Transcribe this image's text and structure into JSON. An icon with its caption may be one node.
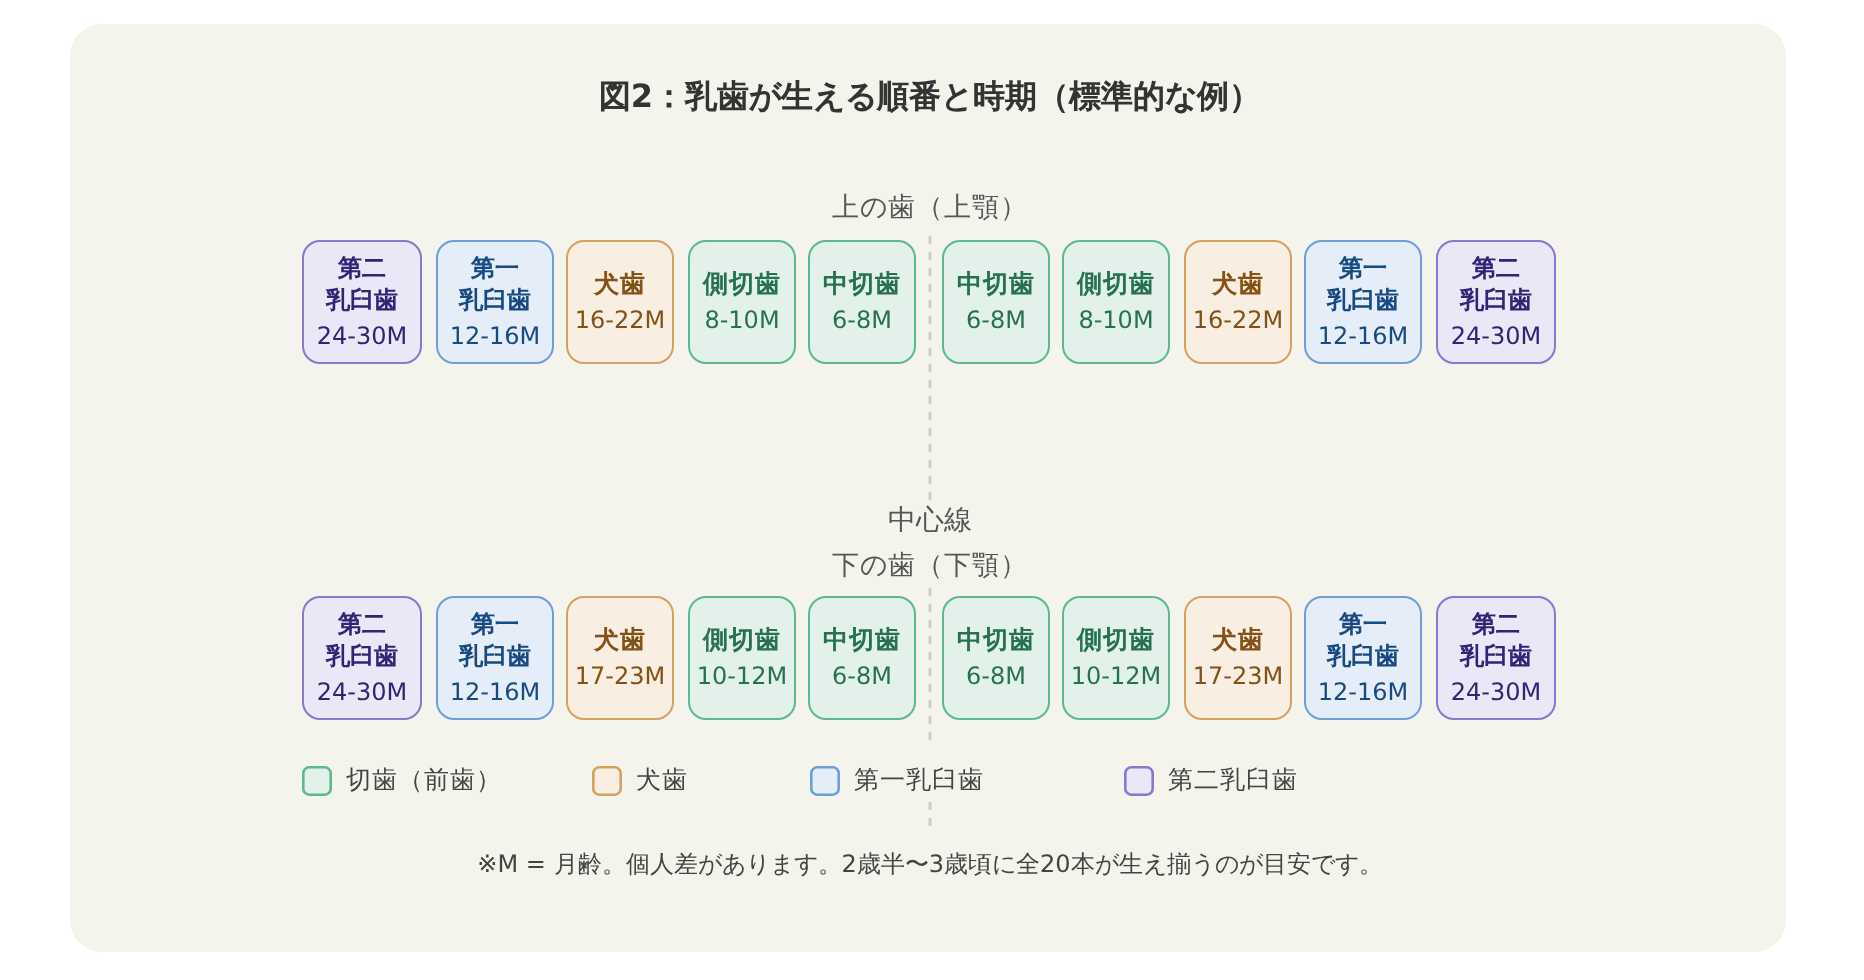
{
  "diagram": {
    "title": "図2：乳歯が生える順番と時期（標準的な例）",
    "nodes": [
      {
        "text": [
          "第二乳臼歯",
          "24-30M"
        ]
      },
      {
        "text": [
          "第一乳臼歯",
          "12-16M"
        ]
      },
      {
        "text": [
          "犬歯",
          "16-22M"
        ]
      },
      {
        "text": [
          "側切歯",
          "8-10M"
        ]
      },
      {
        "text": [
          "中切歯",
          "6-8M"
        ]
      },
      {
        "text": [
          "中切歯",
          "6-8M"
        ]
      },
      {
        "text": [
          "側切歯",
          "8-10M"
        ]
      },
      {
        "text": [
          "犬歯",
          "16-22M"
        ]
      },
      {
        "text": [
          "第一乳臼歯",
          "12-16M"
        ]
      },
      {
        "text": [
          "第二乳臼歯",
          "24-30M"
        ]
      },
      {
        "text": [
          "第二乳臼歯",
          "24-30M"
        ]
      },
      {
        "text": [
          "第一乳臼歯",
          "12-16M"
        ]
      },
      {
        "text": [
          "犬歯",
          "17-23M"
        ]
      },
      {
        "text": [
          "側切歯",
          "10-12M"
        ]
      },
      {
        "text": [
          "中切歯",
          "6-8M"
        ]
      },
      {
        "text": [
          "中切歯",
          "6-8M"
        ]
      },
      {
        "text": [
          "側切歯",
          "10-12M"
        ]
      },
      {
        "text": [
          "犬歯",
          "17-23M"
        ]
      },
      {
        "text": [
          "第一乳臼歯",
          "12-16M"
        ]
      },
      {
        "text": [
          "第二乳臼歯",
          "24-30M"
        ]
      }
    ],
    "labels": [
      "上の歯（上顎）",
      "中心線",
      "下の歯（下顎）",
      "※M = 月齢。個人差があります。2歳半〜3歳頃に全20本が生え揃うのが目安です。"
    ],
    "legend": [
      {
        "text": "切歯（前歯）",
        "color": "#5cb88e"
      },
      {
        "text": "犬歯",
        "color": "#d6a160"
      },
      {
        "text": "第一乳臼歯",
        "color": "#6c9fd8"
      },
      {
        "text": "第二乳臼歯",
        "color": "#8877cc"
      }
    ]
  }
}
